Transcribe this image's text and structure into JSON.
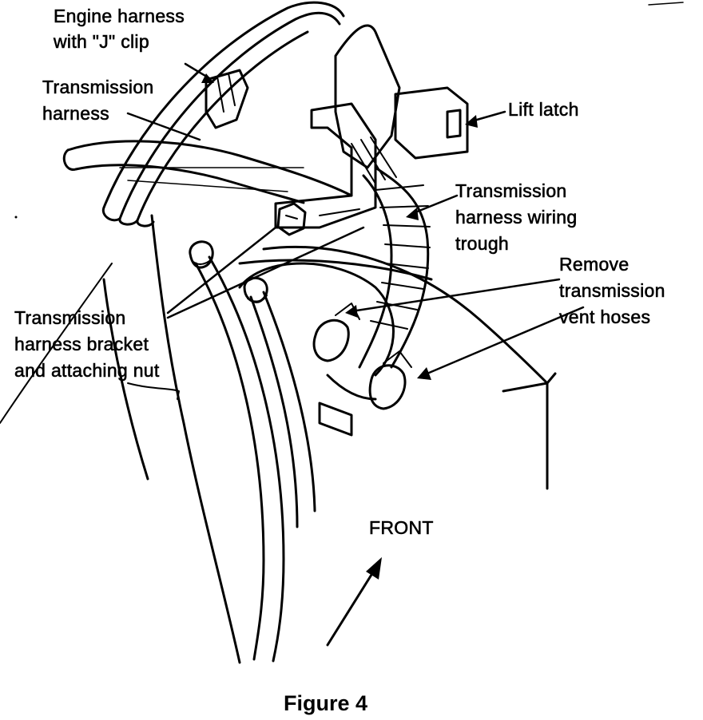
{
  "labels": {
    "engine_harness_line1": "Engine harness",
    "engine_harness_line2": "with \"J\" clip",
    "transmission_harness_line1": "Transmission",
    "transmission_harness_line2": "harness",
    "lift_latch": "Lift latch",
    "trough_line1": "Transmission",
    "trough_line2": "harness wiring",
    "trough_line3": "trough",
    "remove_line1": "Remove",
    "remove_line2": "transmission",
    "remove_line3": "vent hoses",
    "bracket_line1": "Transmission",
    "bracket_line2": "harness bracket",
    "bracket_line3": "and attaching nut",
    "front": "FRONT"
  },
  "caption": "Figure 4",
  "colors": {
    "ink": "#000000",
    "paper": "#ffffff"
  }
}
